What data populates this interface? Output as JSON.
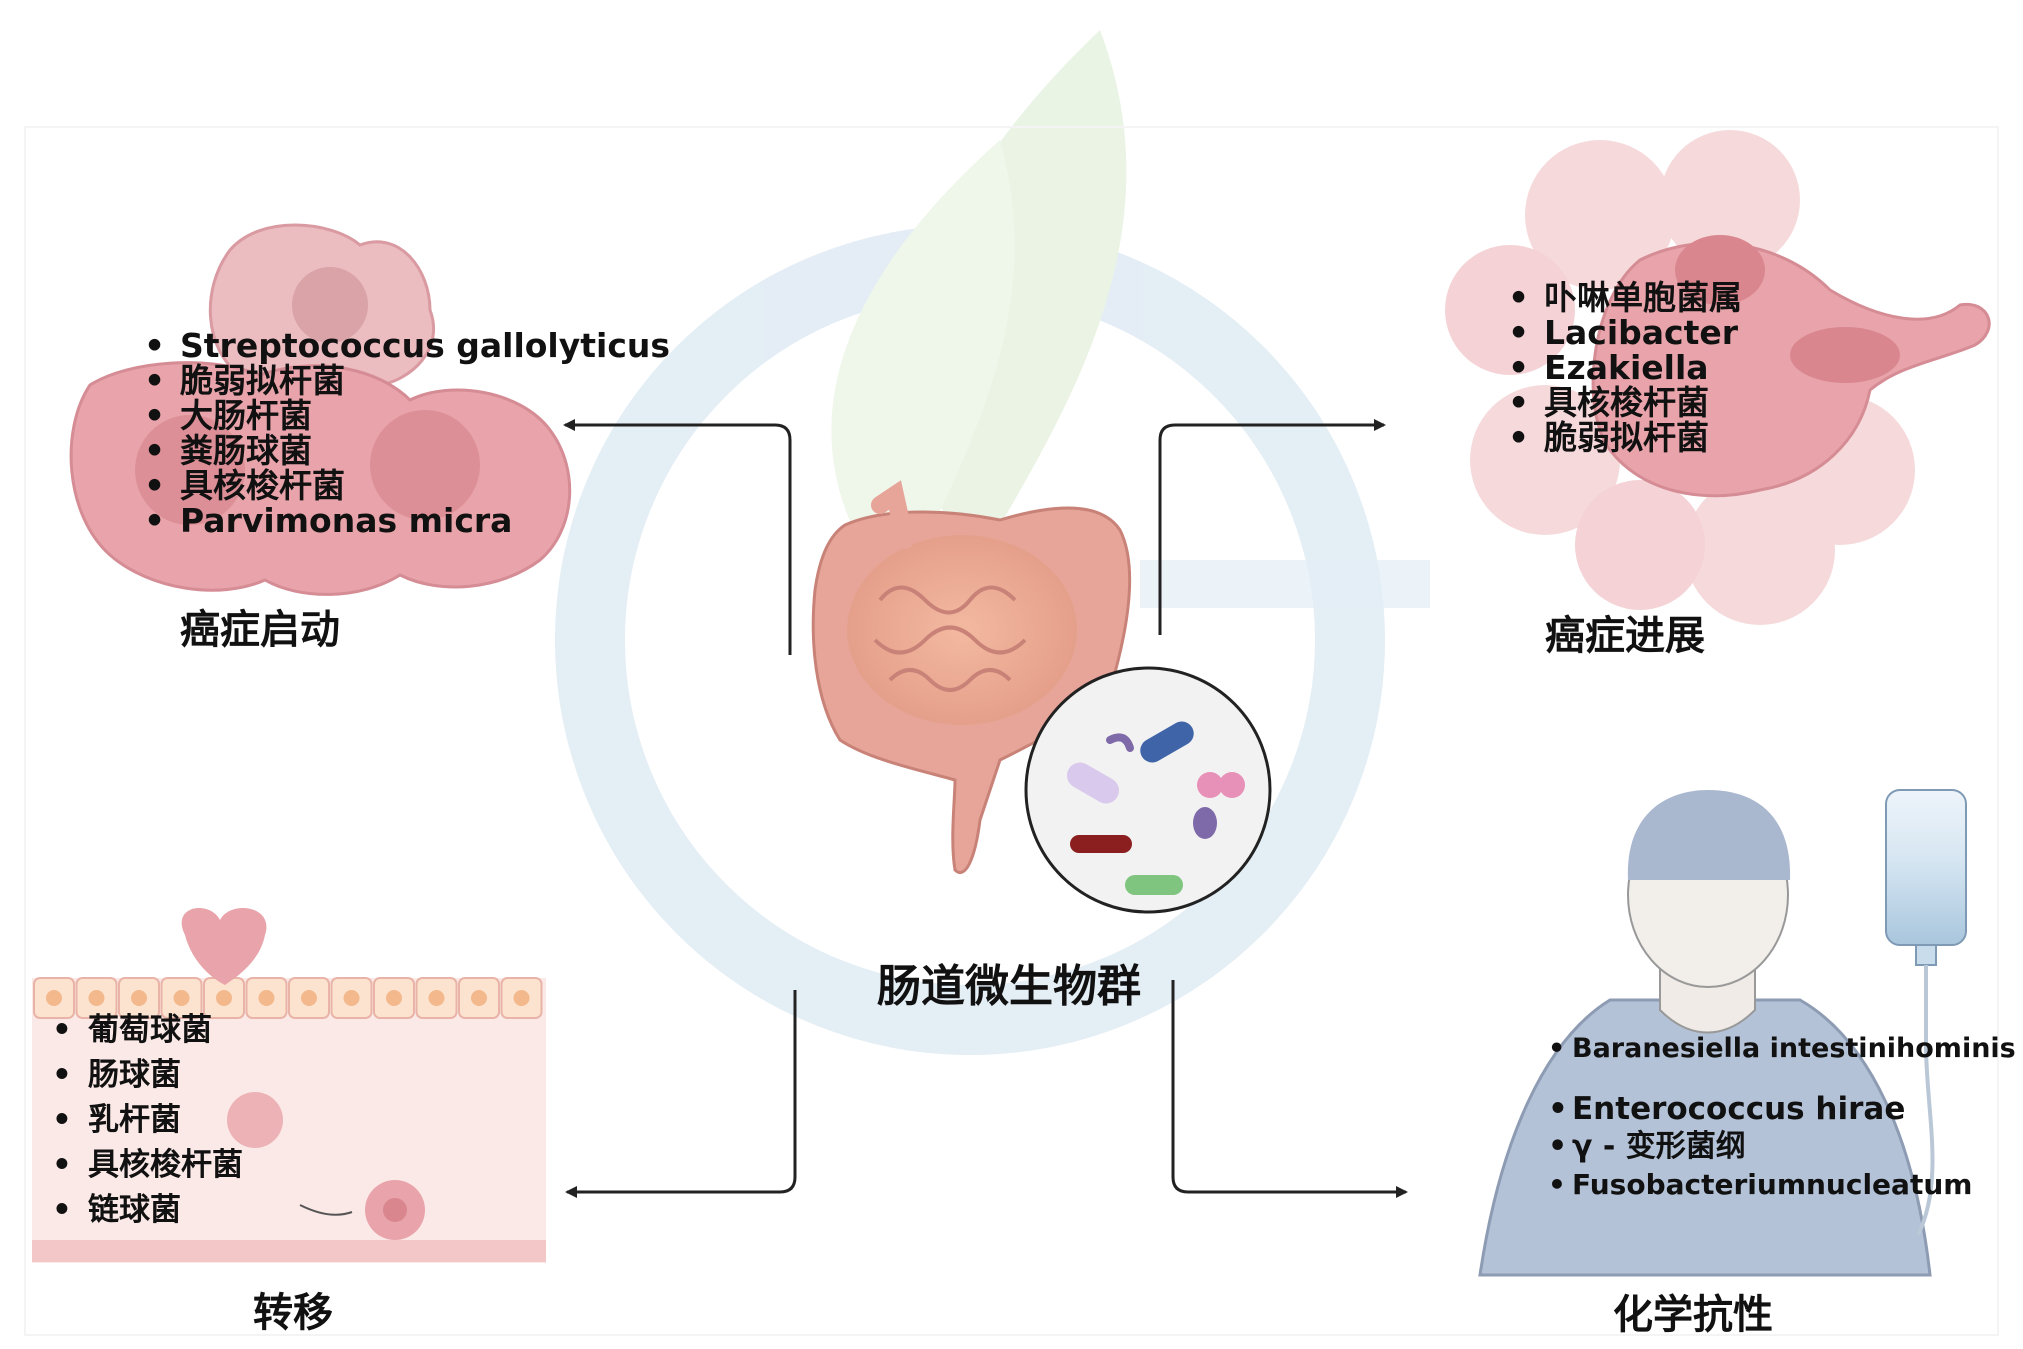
{
  "watermark": {
    "text": "",
    "colors": {
      "green": "#e3f0dc",
      "blue": "#dbe8f2"
    }
  },
  "center": {
    "label": "肠道微生物群",
    "icons": [
      "intestine-icon",
      "microbe-circle-icon"
    ]
  },
  "initiation": {
    "label": "癌症启动",
    "items": [
      "Streptococcus gallolyticus",
      "脆弱拟杆菌",
      "大肠杆菌",
      "粪肠球菌",
      "具核梭杆菌",
      "Parvimonas micra"
    ]
  },
  "progression": {
    "label": "癌症进展",
    "items": [
      "卟啉单胞菌属",
      "Lacibacter",
      "Ezakiella",
      "具核梭杆菌",
      "脆弱拟杆菌"
    ]
  },
  "metastasis": {
    "label": "转移",
    "items": [
      "葡萄球菌",
      "肠球菌",
      "乳杆菌",
      "具核梭杆菌",
      "链球菌"
    ]
  },
  "chemoresistance": {
    "label": "化学抗性",
    "items": [
      "Baranesiella intestinihominis",
      "Enterococcus hirae",
      "γ - 变形菌纲",
      "Fusobacteriumnucleatum"
    ]
  },
  "colors": {
    "arrow": "#222222",
    "cell_pink": "#e89aa0",
    "cell_dark": "#d67d86",
    "patient_shirt": "#b4c2d8",
    "iv_bag": "#c9dcec"
  }
}
